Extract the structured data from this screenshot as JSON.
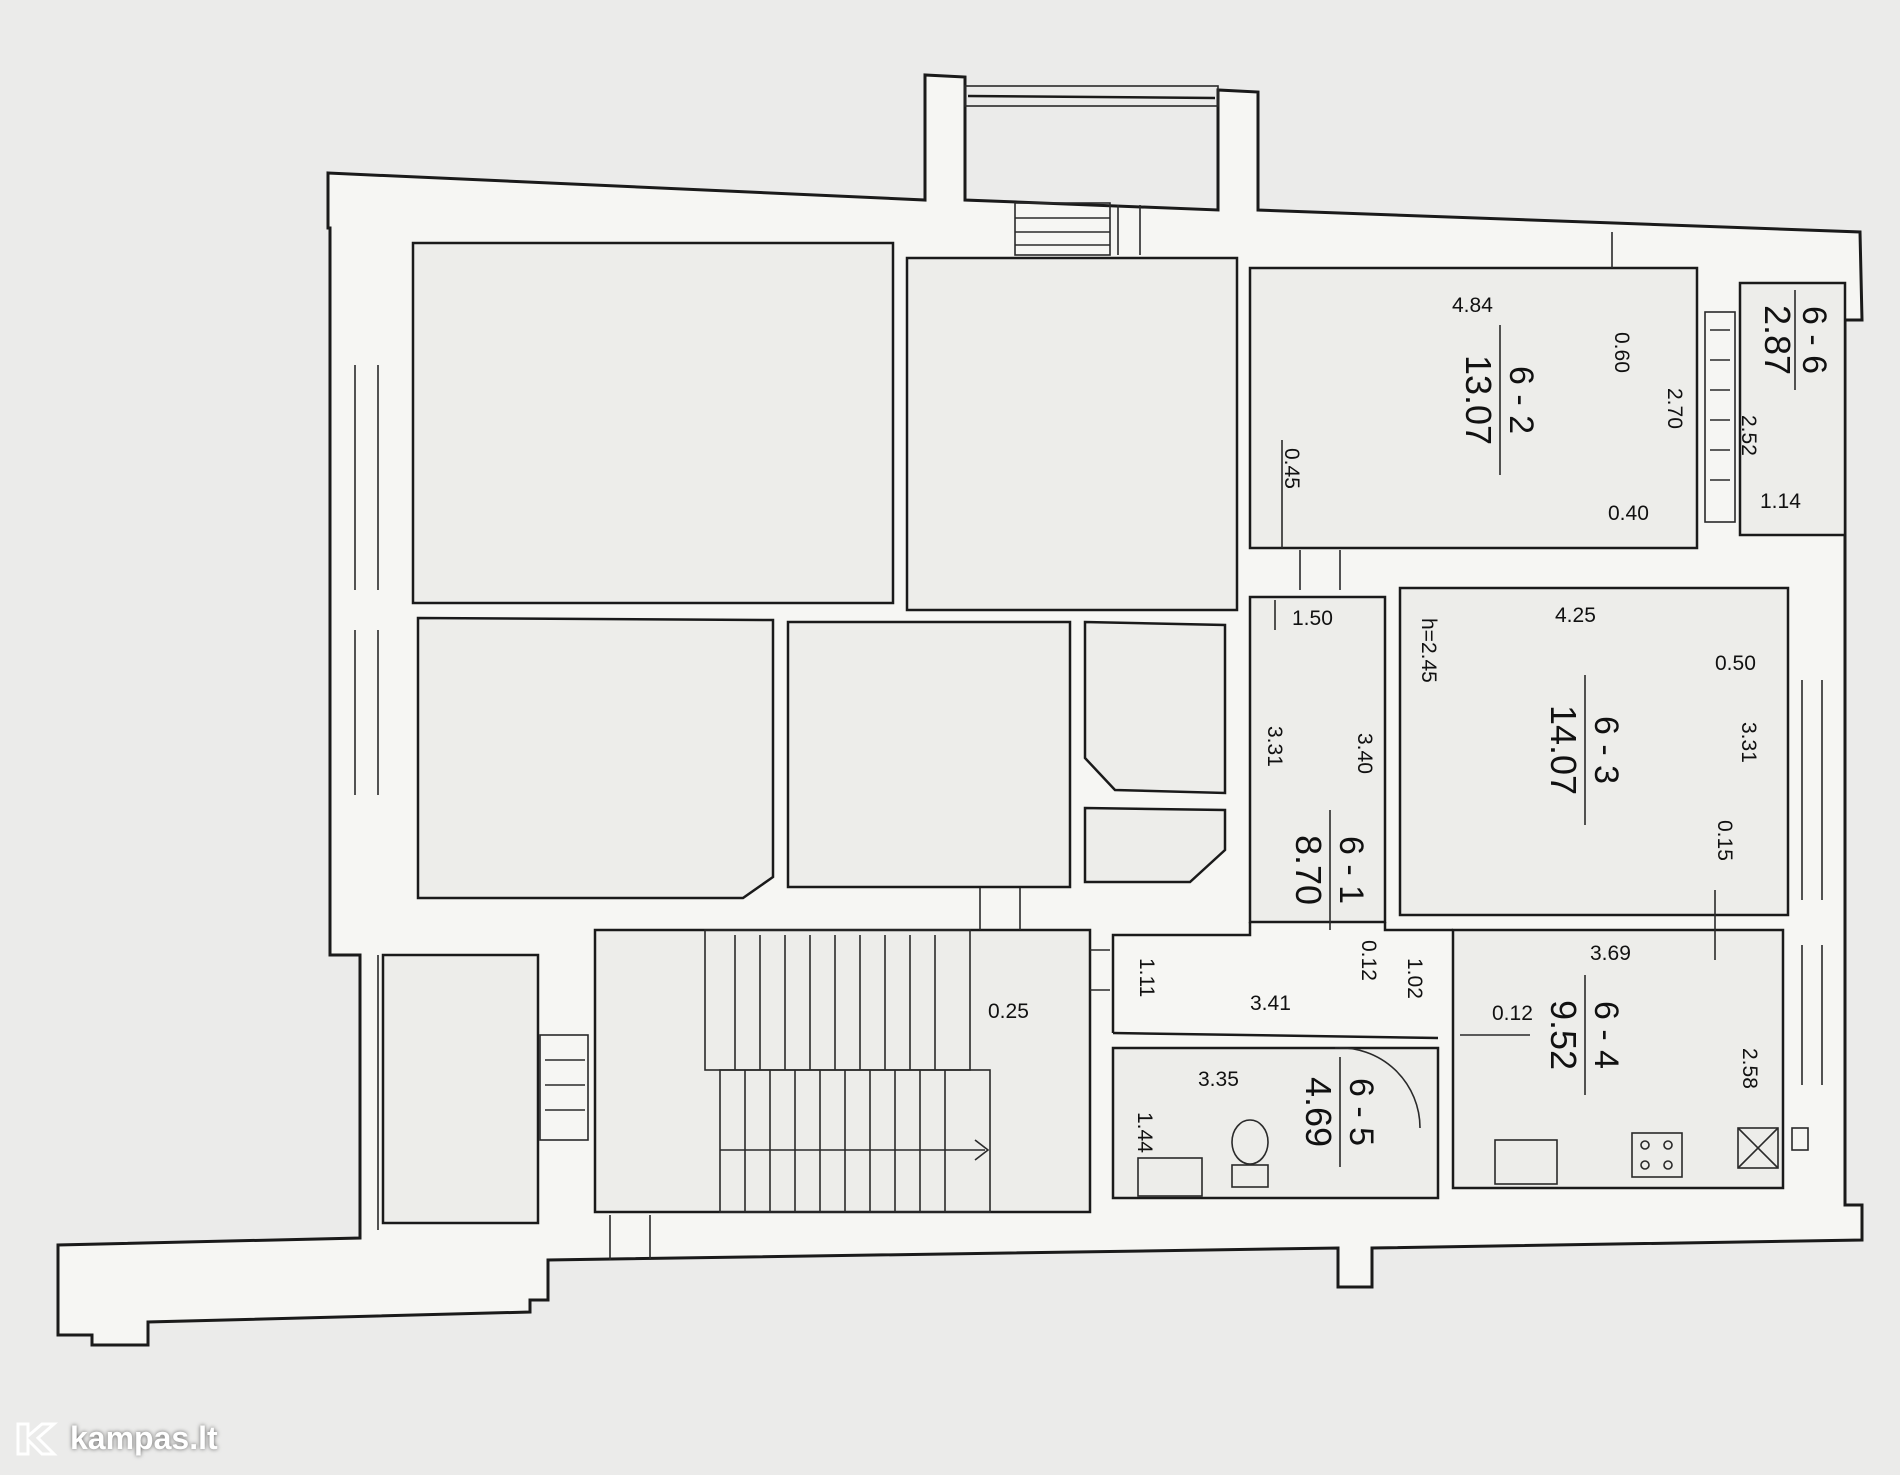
{
  "rooms": [
    {
      "id": "6 - 1",
      "area": "8.70"
    },
    {
      "id": "6 - 2",
      "area": "13.07"
    },
    {
      "id": "6 - 3",
      "area": "14.07"
    },
    {
      "id": "6 - 4",
      "area": "9.52"
    },
    {
      "id": "6 - 5",
      "area": "4.69"
    },
    {
      "id": "6 - 6",
      "area": "2.87"
    }
  ],
  "dimensions": {
    "d_4_84": "4.84",
    "d_0_60": "0.60",
    "d_2_70": "2.70",
    "d_2_52": "2.52",
    "d_0_45": "0.45",
    "d_0_40": "0.40",
    "d_1_14": "1.14",
    "d_1_50": "1.50",
    "d_4_25": "4.25",
    "d_h": "h=2.45",
    "d_0_50": "0.50",
    "d_3_31a": "3.31",
    "d_3_40": "3.40",
    "d_3_31b": "3.31",
    "d_0_15": "0.15",
    "d_3_69": "3.69",
    "d_2_58": "2.58",
    "d_0_12a": "0.12",
    "d_1_02": "1.02",
    "d_0_12b": "0.12",
    "d_1_11": "1.11",
    "d_0_25": "0.25",
    "d_3_41": "3.41",
    "d_3_35": "3.35",
    "d_1_44": "1.44"
  },
  "watermark": {
    "text": "kampas.lt"
  }
}
